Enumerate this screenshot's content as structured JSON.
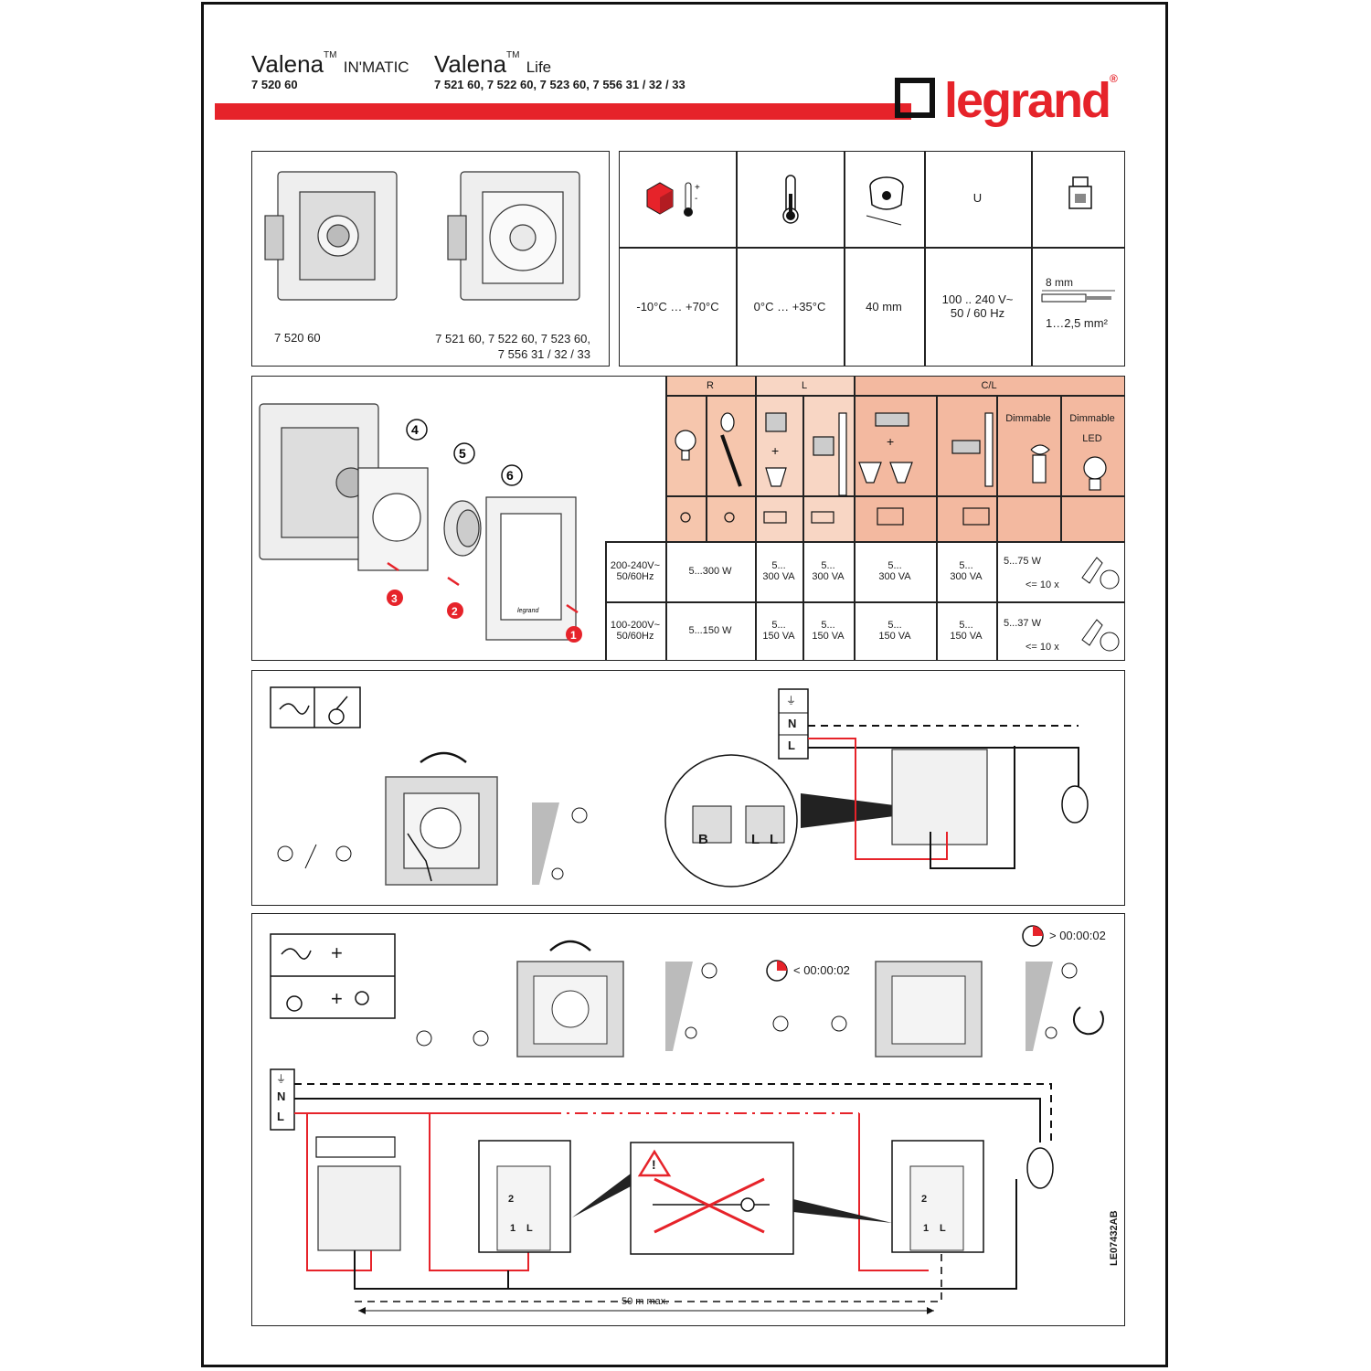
{
  "header": {
    "brand_inmatic": "Valena",
    "brand_inmatic_suffix": "IN'MATIC",
    "code_inmatic": "7 520 60",
    "brand_life": "Valena",
    "brand_life_suffix": "Life",
    "codes_life": "7 521 60, 7 522 60, 7 523 60, 7 556 31 / 32 / 33",
    "tm": "TM",
    "logo_text": "legrand",
    "logo_reg": "®"
  },
  "products": {
    "label_left": "7 520 60",
    "label_right_line1": "7 521 60, 7 522 60, 7 523 60,",
    "label_right_line2": "7 556 31 / 32 / 33"
  },
  "specs": {
    "storage_temp": "-10°C … +70°C",
    "operating_temp": "0°C … +35°C",
    "box_depth": "40 mm",
    "voltage_symbol": "U",
    "voltage_line1": "100 .. 240 V~",
    "voltage_line2": "50 / 60 Hz",
    "strip_length": "8 mm",
    "wire_section": "1…2,5 mm²"
  },
  "install": {
    "step4": "4",
    "step5": "5",
    "step6": "6",
    "step1": "1",
    "step2": "2",
    "step3": "3",
    "frame_brand": "legrand"
  },
  "loads": {
    "group_r": "R",
    "group_l": "L",
    "group_cl": "C/L",
    "dimmable": "Dimmable",
    "dimmable_led_1": "Dimmable",
    "dimmable_led_2": "LED",
    "plus": "+",
    "rows": [
      {
        "supply_1": "200-240V~",
        "supply_2": "50/60Hz",
        "r": "5...300 W",
        "l1_1": "5...",
        "l1_2": "300 VA",
        "l2_1": "5...",
        "l2_2": "300 VA",
        "cl1_1": "5...",
        "cl1_2": "300 VA",
        "cl2_1": "5...",
        "cl2_2": "300 VA",
        "dim_1": "5...75 W",
        "dim_2": "<= 10 x"
      },
      {
        "supply_1": "100-200V~",
        "supply_2": "50/60Hz",
        "r": "5...150 W",
        "l1_1": "5...",
        "l1_2": "150 VA",
        "l2_1": "5...",
        "l2_2": "150 VA",
        "cl1_1": "5...",
        "cl1_2": "150 VA",
        "cl2_1": "5...",
        "cl2_2": "150 VA",
        "dim_1": "5...37 W",
        "dim_2": "<= 10 x"
      }
    ]
  },
  "wiring1": {
    "earth": "⏚",
    "neutral": "N",
    "live": "L",
    "term_b": "B",
    "term_l1": "L",
    "term_l2": "L"
  },
  "wiring2": {
    "plus1": "+",
    "plus2": "+",
    "time_short": "< 00:00:02",
    "time_long": "> 00:00:02",
    "earth": "⏚",
    "neutral": "N",
    "live": "L",
    "term_2": "2",
    "term_1": "1",
    "term_l": "L",
    "term2_2": "2",
    "term2_1": "1",
    "term2_l": "L",
    "distance": "50 m max.",
    "warning": "!",
    "doc_ref": "LE07432AB"
  },
  "colors": {
    "red": "#e6232a",
    "salmon": "#f3b9a0",
    "salmon_dark": "#f0ab8c"
  }
}
